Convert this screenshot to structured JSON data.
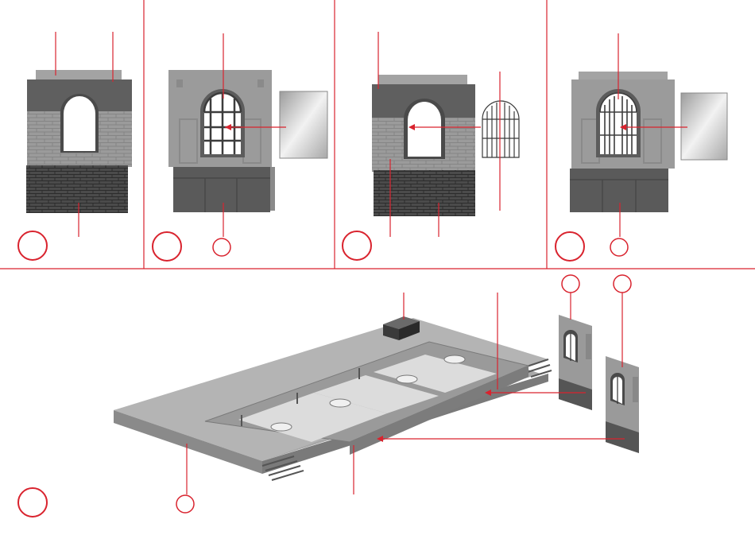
{
  "colors": {
    "accent": "#d9232e",
    "wall_light": "#9a9a9a",
    "wall_dark": "#5e5e5e",
    "brick": "#4a4a4a",
    "paper": "#ffffff"
  },
  "panels": [
    {
      "id": "step-1",
      "labels": []
    },
    {
      "id": "step-2",
      "labels": []
    },
    {
      "id": "step-3",
      "labels": []
    },
    {
      "id": "step-4",
      "labels": []
    },
    {
      "id": "step-5",
      "labels": []
    }
  ]
}
